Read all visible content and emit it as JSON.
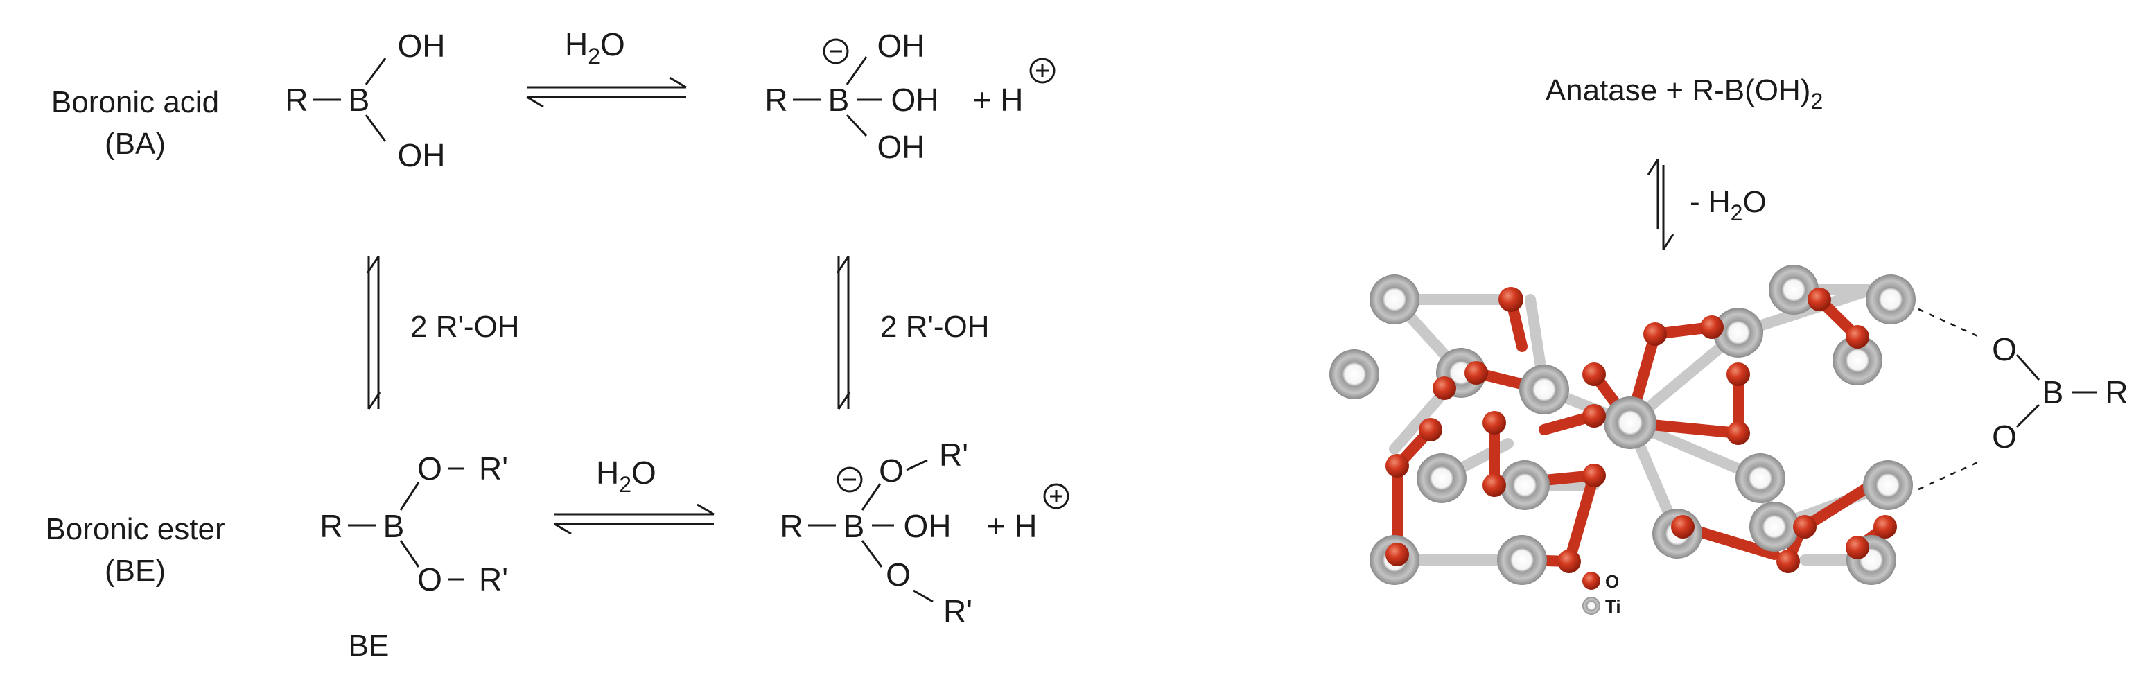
{
  "left": {
    "ba_label": "Boronic acid",
    "ba_abbr": "(BA)",
    "be_label": "Boronic ester",
    "be_abbr": "(BE)",
    "be_bottom_label": "BE",
    "r": "R",
    "b": "B",
    "oh": "OH",
    "o": "O",
    "r_prime": "R'",
    "h2o": "H",
    "h2o_sub": "2",
    "h2o_o": "O",
    "plus_h": "+ H",
    "reagent_2roh": "2 R'-OH"
  },
  "right": {
    "title_prefix": "Anatase + R-B(OH)",
    "title_sub": "2",
    "minus_h2o_prefix": "- H",
    "minus_h2o_sub": "2",
    "minus_h2o_suffix": "O",
    "surface_o": "O",
    "surface_b": "B",
    "surface_r": "R",
    "legend_o": "O",
    "legend_ti": "Ti",
    "colors": {
      "oxygen": "#c7321c",
      "titanium": "#bdbdbd"
    }
  }
}
